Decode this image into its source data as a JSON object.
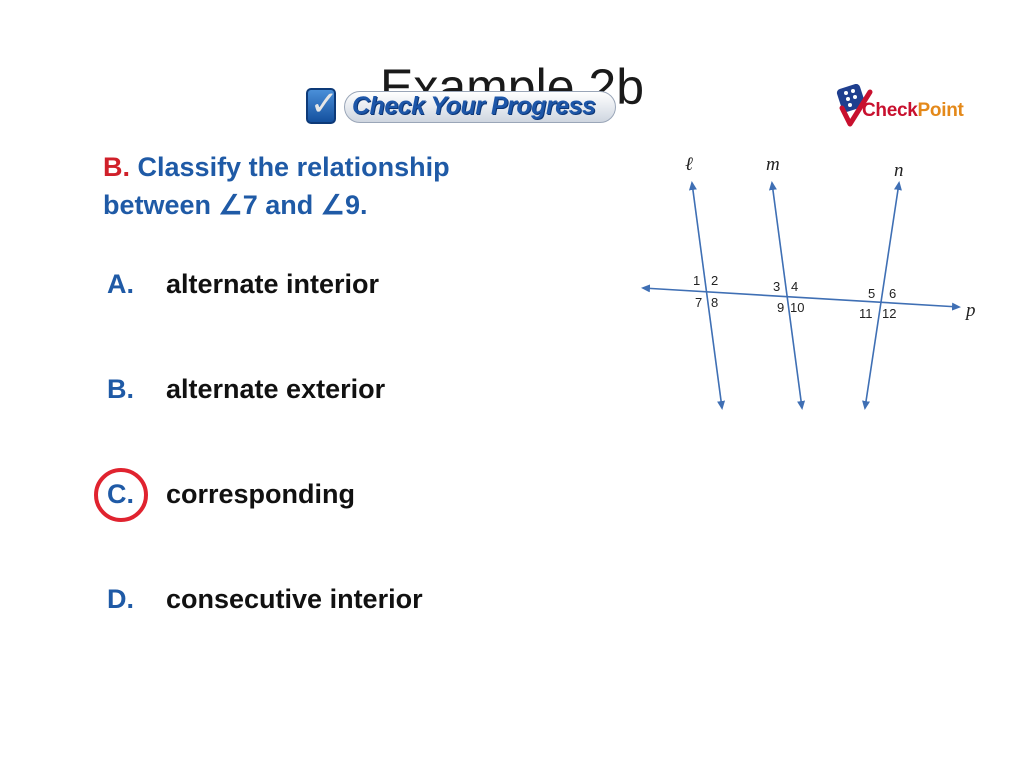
{
  "slide": {
    "title": "Example 2b",
    "banner": {
      "label": "Check Your Progress",
      "icon": "checkbox-icon"
    },
    "logo": {
      "check_word": "Check",
      "point_word": "Point",
      "icon": "dice-check-icon"
    }
  },
  "question": {
    "part_letter": "B.",
    "line1": "Classify the relationship",
    "line2_start": "between ",
    "angle_symbol": "∠",
    "angle_a": "7",
    "and_word": " and ",
    "angle_b": "9",
    "end": "."
  },
  "options": [
    {
      "letter": "A.",
      "text": "alternate interior",
      "selected": false
    },
    {
      "letter": "B.",
      "text": "alternate exterior",
      "selected": false
    },
    {
      "letter": "C.",
      "text": "corresponding",
      "selected": true
    },
    {
      "letter": "D.",
      "text": "consecutive interior",
      "selected": false
    }
  ],
  "diagram": {
    "line_labels": {
      "l": "ℓ",
      "m": "m",
      "n": "n",
      "p": "p"
    },
    "angle_labels": [
      "1",
      "2",
      "7",
      "8",
      "3",
      "4",
      "9",
      "10",
      "5",
      "6",
      "11",
      "12"
    ]
  },
  "colors": {
    "question_blue": "#1f5aa6",
    "accent_red": "#d0202a",
    "circle_red": "#e0232f"
  }
}
